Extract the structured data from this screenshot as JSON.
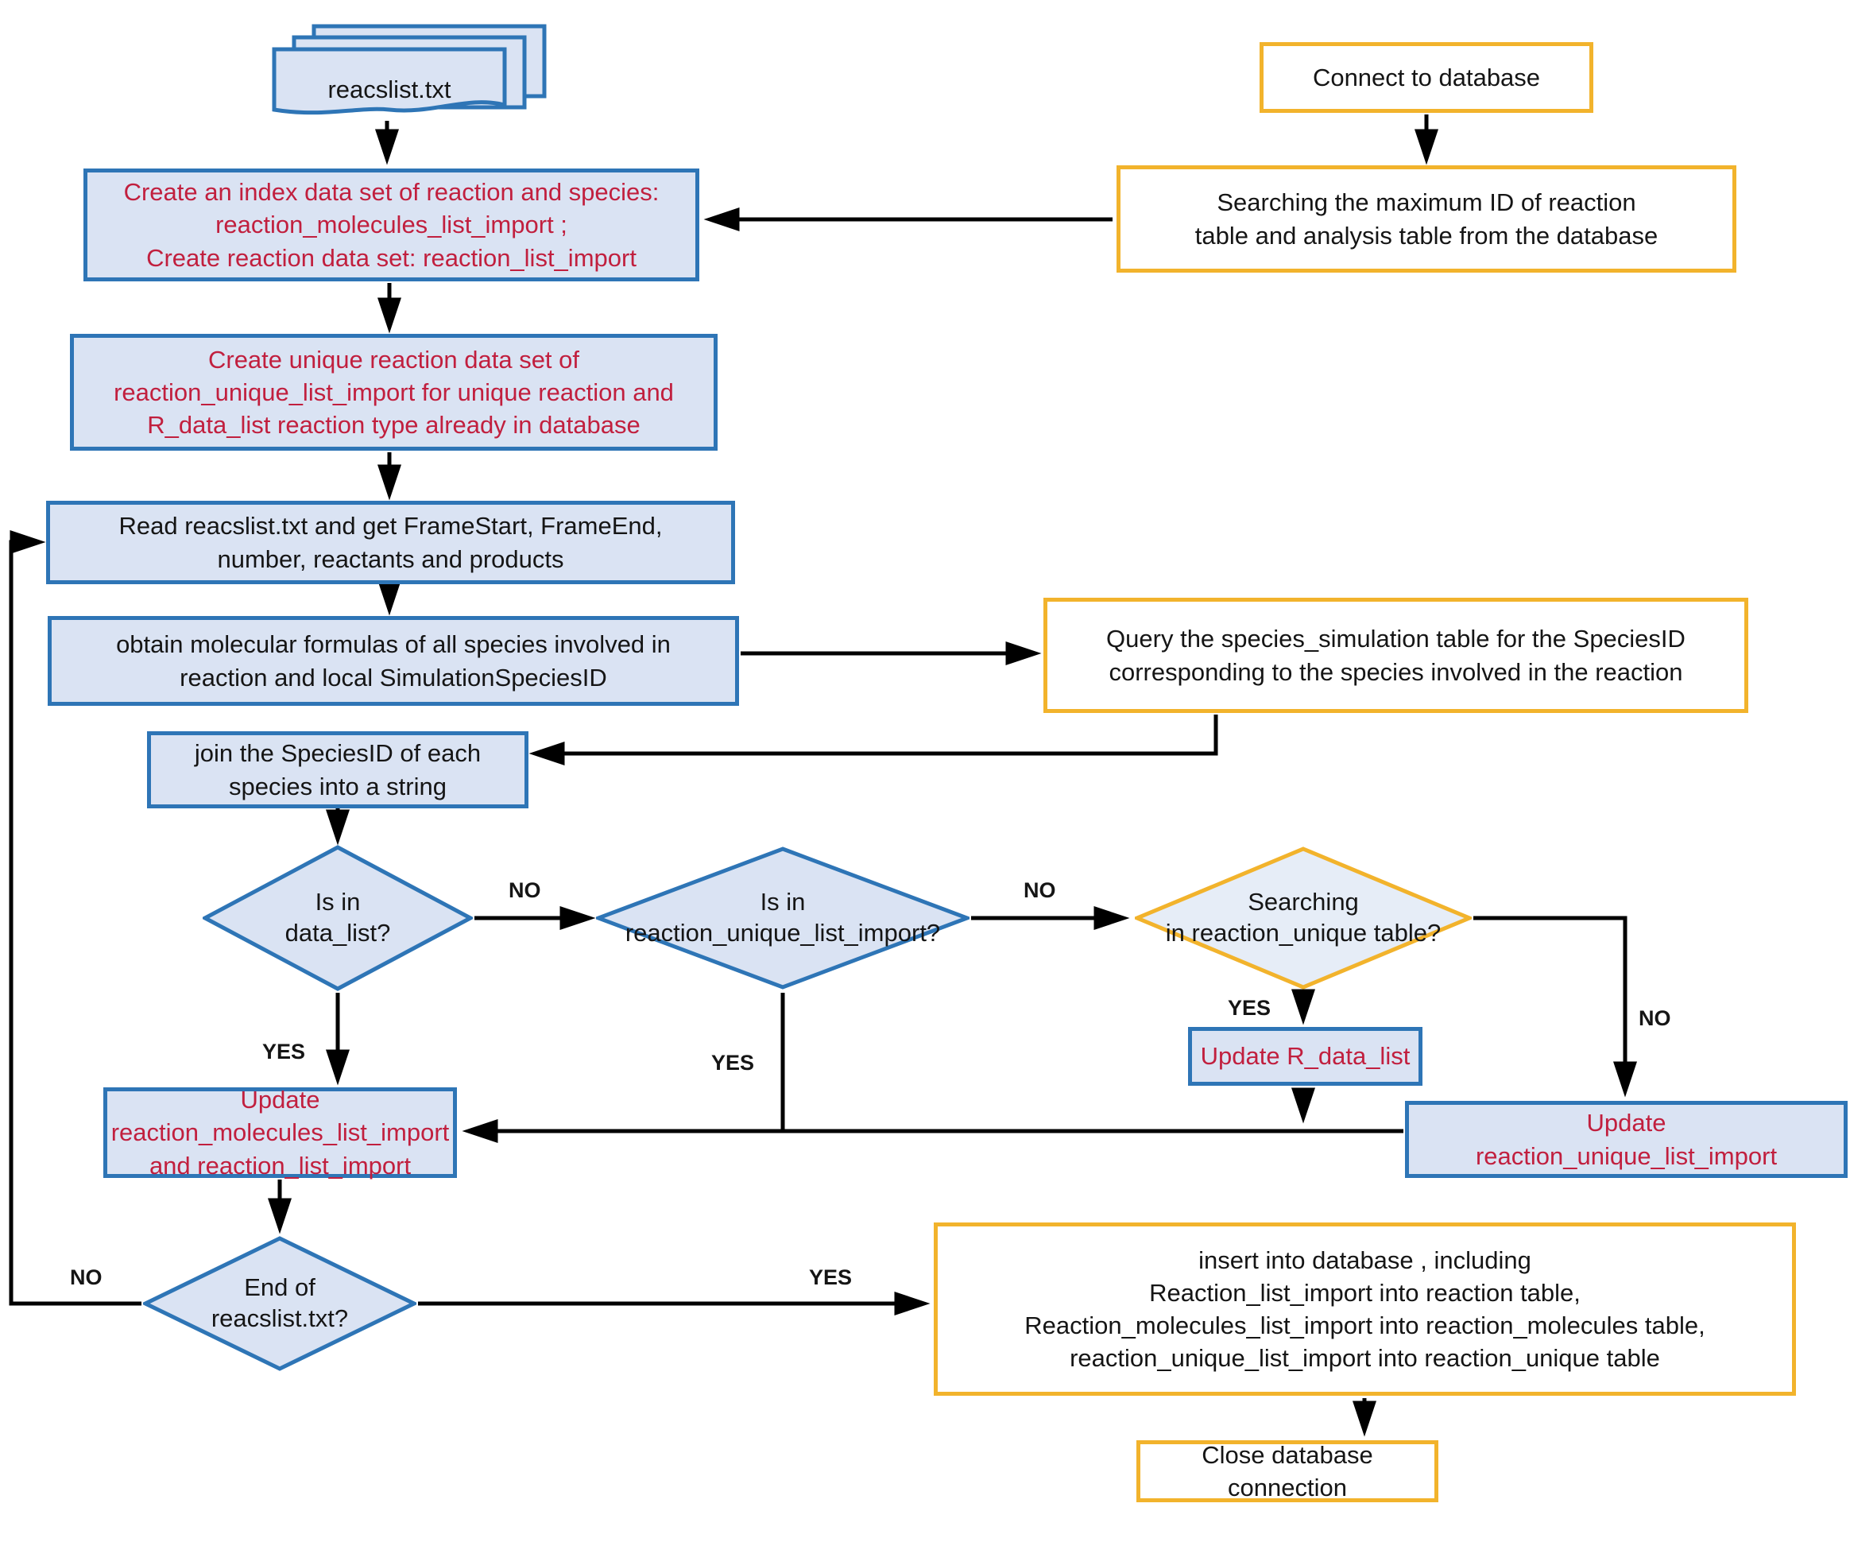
{
  "colors": {
    "blue_border": "#2e75b6",
    "blue_fill": "#dae3f3",
    "yellow_border": "#f2b32c",
    "red_text": "#c11f3e",
    "black_text": "#151515",
    "arrow": "#000000"
  },
  "nodes": {
    "reacslist_file": {
      "label": "reacslist.txt"
    },
    "create_index": {
      "label": "Create an index data set of reaction and species:\nreaction_molecules_list_import ;\nCreate reaction data set: reaction_list_import"
    },
    "create_unique": {
      "label": "Create unique reaction data set of\nreaction_unique_list_import for unique reaction and\nR_data_list reaction type already in database"
    },
    "read_reacslist": {
      "label": "Read reacslist.txt and get FrameStart, FrameEnd,\nnumber, reactants and products"
    },
    "obtain_formulas": {
      "label": "obtain molecular formulas of all species involved in\nreaction and local SimulationSpeciesID"
    },
    "connect_db": {
      "label": "Connect to database"
    },
    "search_max_id": {
      "label": "Searching the maximum ID of reaction\ntable and analysis table from the database"
    },
    "query_species": {
      "label": "Query the species_simulation table for the SpeciesID\ncorresponding to the species involved in the reaction"
    },
    "join_speciesid": {
      "label": "join the SpeciesID of each\nspecies into a string"
    },
    "is_in_data_list": {
      "label": "Is in\ndata_list?"
    },
    "is_in_reaction_unique_list_import": {
      "label": "Is in\nreaction_unique_list_import?"
    },
    "searching_reaction_unique_table": {
      "label": "Searching\nin reaction_unique table?"
    },
    "update_r_data_list": {
      "label": "Update R_data_list"
    },
    "update_reaction_unique": {
      "label": "Update\nreaction_unique_list_import"
    },
    "update_molecules": {
      "label": "Update reaction_molecules_list_import\nand reaction_list_import"
    },
    "end_of_file": {
      "label": "End of\nreacslist.txt?"
    },
    "insert_db": {
      "label": "insert into database , including\nReaction_list_import into reaction table,\nReaction_molecules_list_import into reaction_molecules table,\nreaction_unique_list_import into reaction_unique table"
    },
    "close_db": {
      "label": "Close database connection"
    }
  },
  "edge_labels": {
    "d1_no": "NO",
    "d1_yes": "YES",
    "d2_no": "NO",
    "d2_yes": "YES",
    "d3_no": "NO",
    "d3_yes": "YES",
    "d4_no": "NO",
    "d4_yes": "YES"
  }
}
